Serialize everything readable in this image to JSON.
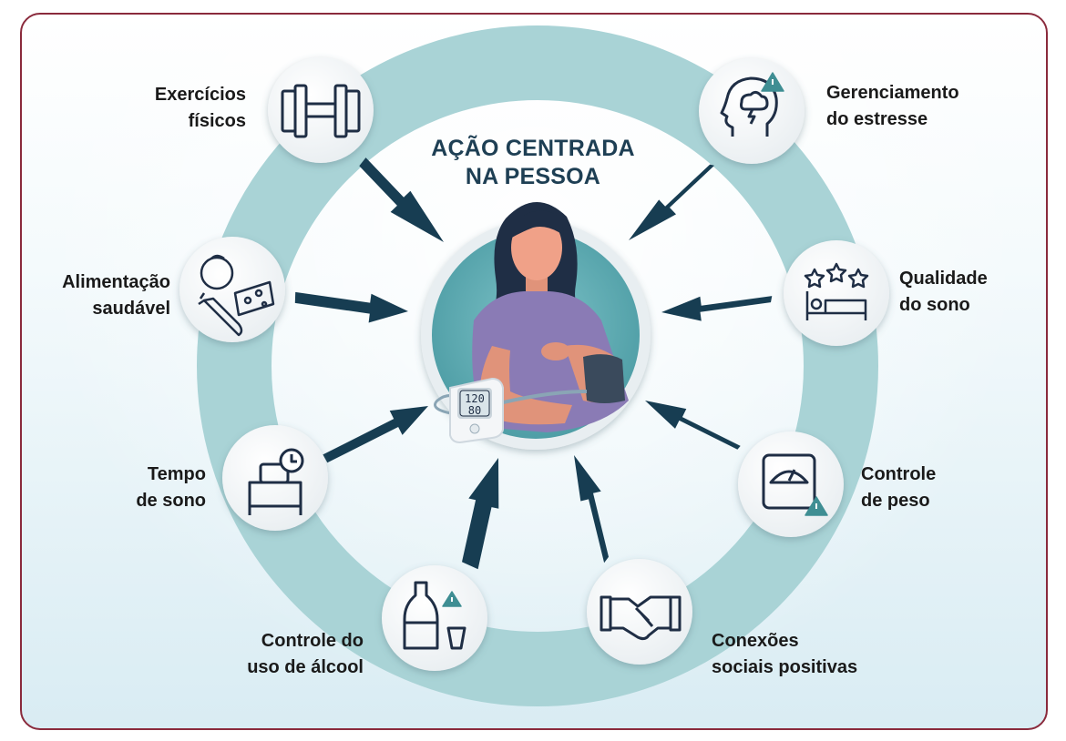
{
  "title": {
    "line1": "AÇÃO CENTRADA",
    "line2": "NA PESSOA"
  },
  "factors": {
    "exercise": {
      "line1": "Exercícios",
      "line2": "físicos",
      "icon": "dumbbell-icon"
    },
    "food": {
      "line1": "Alimentação",
      "line2": "saudável",
      "icon": "healthy-food-icon"
    },
    "sleep_time": {
      "line1": "Tempo",
      "line2": "de sono",
      "icon": "bed-clock-icon"
    },
    "alcohol": {
      "line1": "Controle do",
      "line2": "uso de álcool",
      "icon": "bottle-glass-warning-icon"
    },
    "social": {
      "line1": "Conexões",
      "line2": "sociais positivas",
      "icon": "handshake-icon"
    },
    "weight": {
      "line1": "Controle",
      "line2": "de peso",
      "icon": "scale-warning-icon"
    },
    "sleep_quality": {
      "line1": "Qualidade",
      "line2": "do sono",
      "icon": "bed-stars-icon"
    },
    "stress": {
      "line1": "Gerenciamento",
      "line2": "do estresse",
      "icon": "head-storm-warning-icon"
    }
  },
  "monitor": {
    "systolic": "120",
    "diastolic": "80"
  },
  "colors": {
    "title": "#1e3f54",
    "ring": "#a9d3d6",
    "arrow": "#173d52",
    "frame_border": "#8a2a3c",
    "warning": "#3f8e93"
  }
}
